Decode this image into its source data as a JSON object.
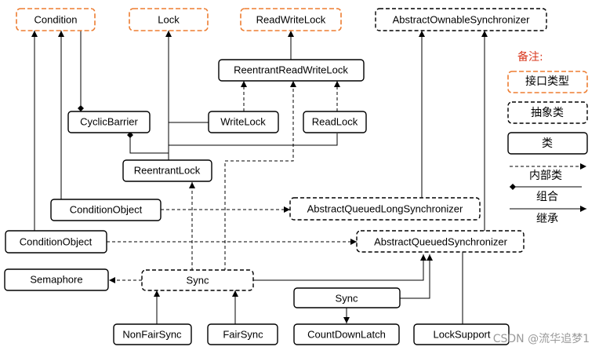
{
  "nodes": {
    "condition": "Condition",
    "lock": "Lock",
    "read_write_lock": "ReadWriteLock",
    "abstract_ownable_synchronizer": "AbstractOwnableSynchronizer",
    "reentrant_read_write_lock": "ReentrantReadWriteLock",
    "cyclic_barrier": "CyclicBarrier",
    "write_lock": "WriteLock",
    "read_lock": "ReadLock",
    "reentrant_lock": "ReentrantLock",
    "condition_object_1": "ConditionObject",
    "aqls": "AbstractQueuedLongSynchronizer",
    "condition_object_2": "ConditionObject",
    "aqs": "AbstractQueuedSynchronizer",
    "semaphore": "Semaphore",
    "sync_1": "Sync",
    "sync_2": "Sync",
    "non_fair_sync": "NonFairSync",
    "fair_sync": "FairSync",
    "count_down_latch": "CountDownLatch",
    "lock_support": "LockSupport"
  },
  "legend": {
    "title": "备注:",
    "interface": "接口类型",
    "abstract": "抽象类",
    "class": "类",
    "inner": "内部类",
    "composition": "组合",
    "inheritance": "继承"
  },
  "colors": {
    "interface_border": "#ed7d31",
    "default_border": "#000000",
    "legend_title": "#d9381e",
    "watermark": "#9a9a9a"
  },
  "watermark": "CSDN @流华追梦1"
}
